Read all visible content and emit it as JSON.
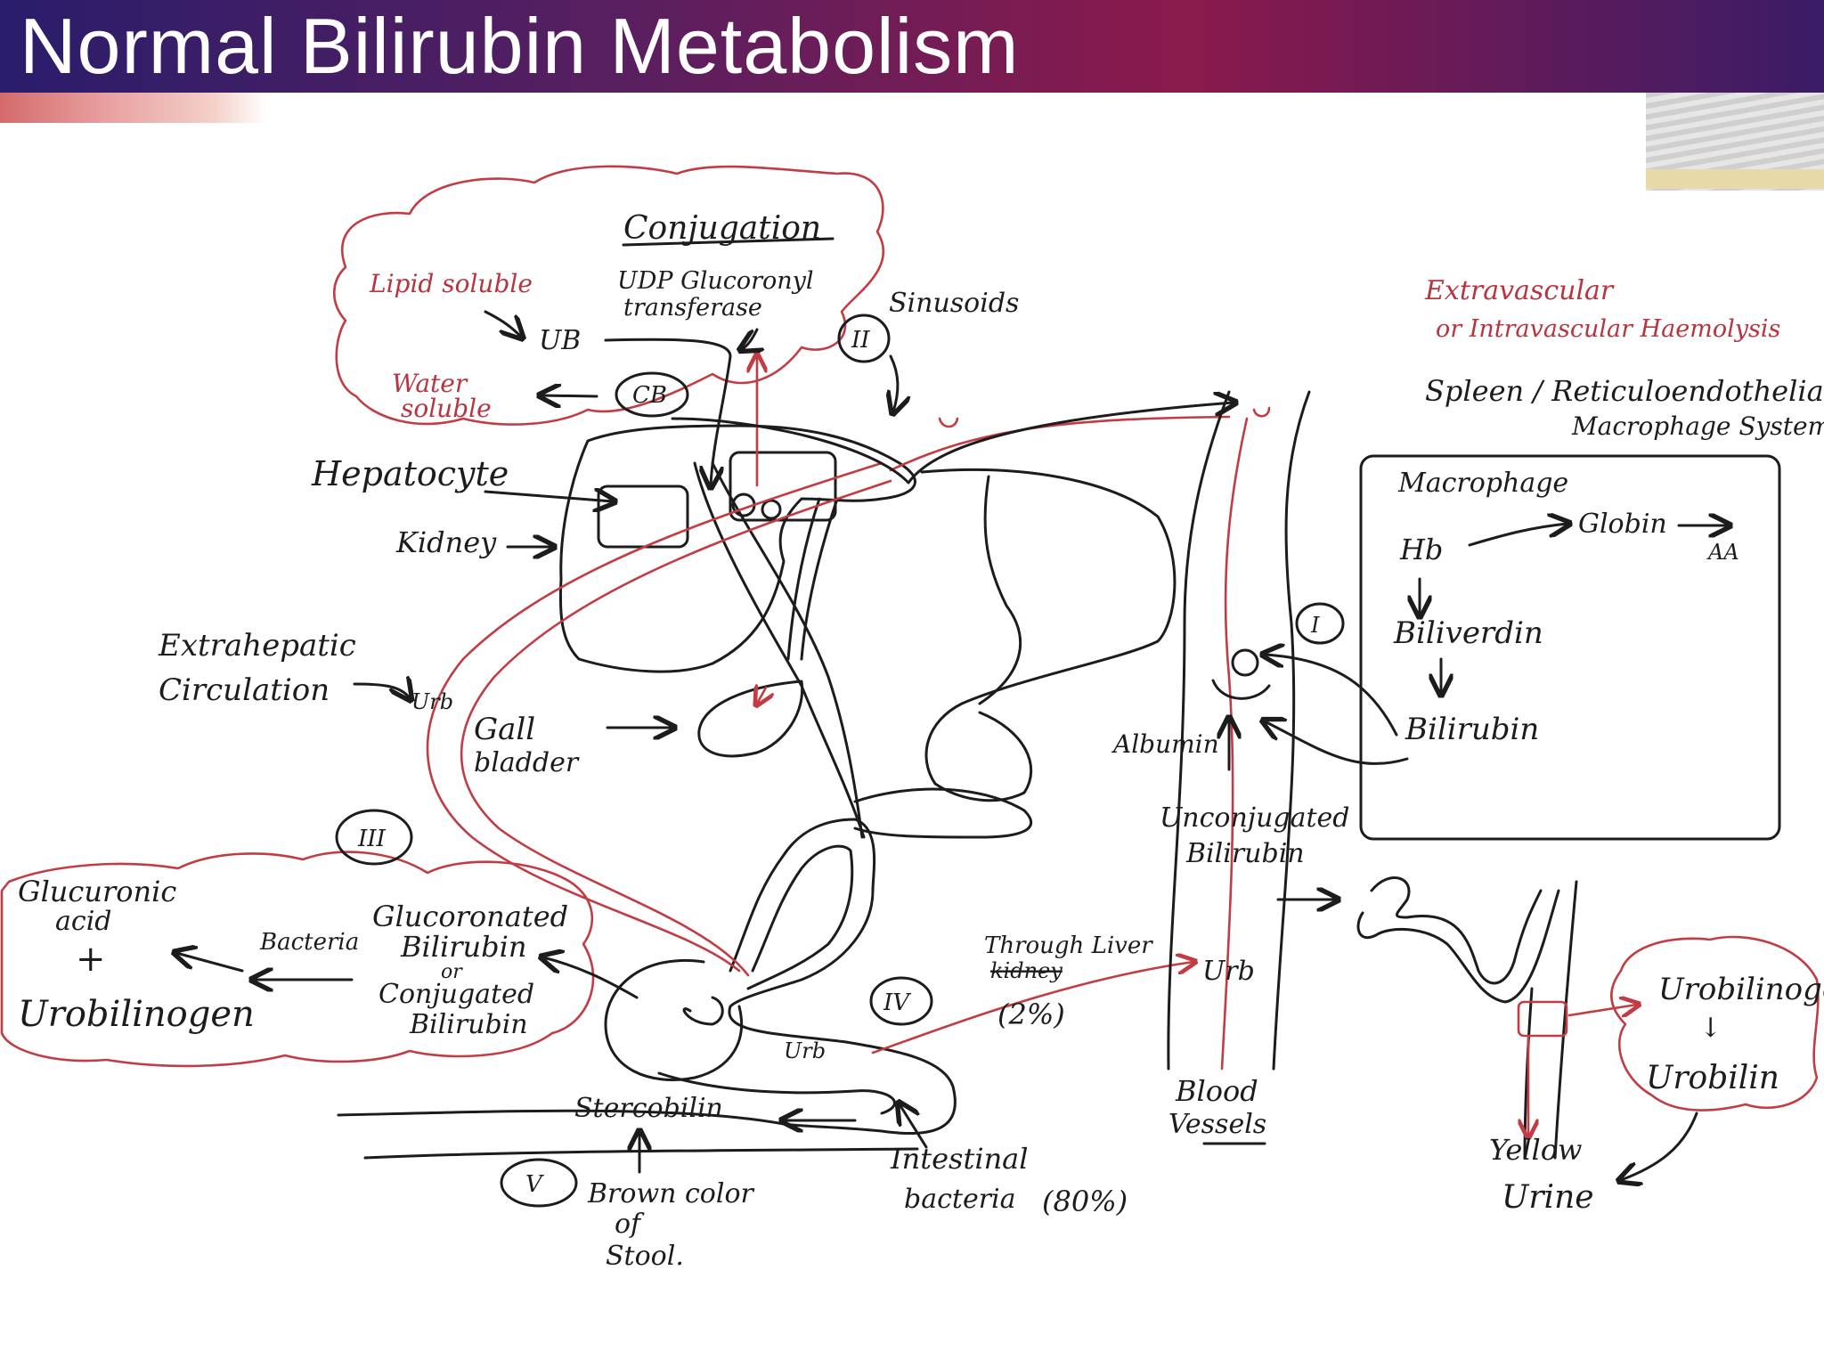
{
  "title": "Normal Bilirubin Metabolism",
  "labels": {
    "conjugation": "Conjugation",
    "lipid_soluble": "Lipid soluble",
    "udp": "UDP Glucoronyl",
    "transferase": "transferase",
    "ub": "UB",
    "water": "Water",
    "soluble": "soluble",
    "cb": "CB",
    "sinusoids": "Sinusoids",
    "roman_2": "II",
    "hepatocyte": "Hepatocyte",
    "kidney": "Kidney",
    "extrahepatic": "Extrahepatic",
    "circulation": "Circulation",
    "urb_left": "Urb",
    "gall": "Gall",
    "bladder": "bladder",
    "extravascular": "Extravascular",
    "intravascular": "or Intravascular Haemolysis",
    "spleen": "Spleen / Reticuloendothelial",
    "macrophage_system": "Macrophage System",
    "macrophage": "Macrophage",
    "hb": "Hb",
    "globin": "Globin",
    "aa": "AA",
    "biliverdin": "Biliverdin",
    "bilirubin": "Bilirubin",
    "roman_1": "I",
    "albumin": "Albumin",
    "unconjugated": "Unconjugated",
    "bilirubin_2": "Bilirubin",
    "roman_3": "III",
    "glucuronic": "Glucuronic",
    "acid": "acid",
    "plus": "+",
    "urobilinogen_left": "Urobilinogen",
    "bacteria": "Bacteria",
    "glucoronated": "Glucoronated",
    "bilirubin_3": "Bilirubin",
    "or": "or",
    "conjugated": "Conjugated",
    "bilirubin_4": "Bilirubin",
    "through_liver": "Through Liver",
    "kidney_struck": "kidney",
    "urb_mid": "Urb",
    "pct_2": "(2%)",
    "roman_4": "IV",
    "urb_gut": "Urb",
    "blood": "Blood",
    "vessels": "Vessels",
    "urobilinogen_right": "Urobilinogen",
    "down_arrow": "↓",
    "urobilin": "Urobilin",
    "stercobilin": "Stercobilin",
    "roman_5": "V",
    "brown_color": "Brown color",
    "of": "of",
    "stool": "Stool.",
    "intestinal": "Intestinal",
    "bacteria_2": "bacteria",
    "pct_80": "(80%)",
    "yellow": "Yellow",
    "urine": "Urine"
  },
  "colors": {
    "ink": "#1c1c1c",
    "red_ink": "#c23c44",
    "banner_start": "#2a1d6b",
    "banner_end": "#8a1a4c"
  }
}
